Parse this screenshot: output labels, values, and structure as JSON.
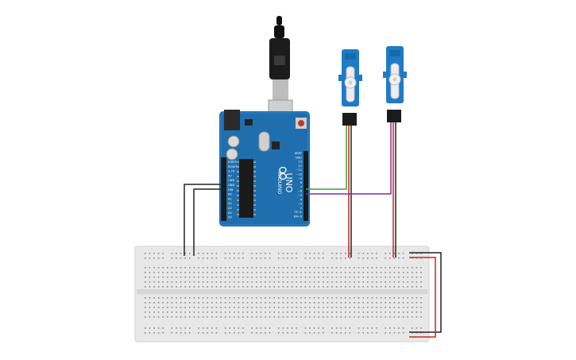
{
  "arduino": {
    "brand": "ARDUINO",
    "model": "UNO",
    "header_left_labels": [
      "IOREF",
      "RESET",
      "3.3V",
      "5V",
      "GND",
      "GND",
      "VIN",
      "A0",
      "A1",
      "A2",
      "A3",
      "A4",
      "A5"
    ],
    "header_right_labels": [
      "AREF",
      "GND",
      "13",
      "12",
      "~11",
      "~10",
      "~9",
      "8",
      "7",
      "~6",
      "~5",
      "4",
      "~3",
      "2",
      "TX→1",
      "RX←0"
    ]
  },
  "servos": [
    {
      "signal_wire_color": "#3aa335"
    },
    {
      "signal_wire_color": "#7a2fa8"
    }
  ],
  "colors": {
    "arduino_board": "#1f6fae",
    "servo_body": "#1e7bc6",
    "wire_power": "#d32020",
    "wire_ground": "#222222",
    "wire_signal_1": "#3aa335",
    "wire_signal_2": "#7a2fa8",
    "breadboard": "#e8e8e8"
  }
}
